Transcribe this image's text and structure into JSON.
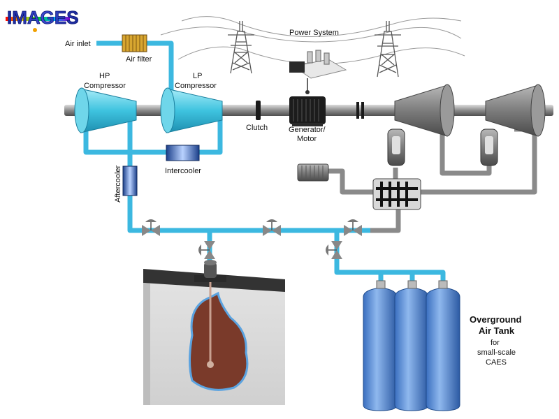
{
  "logo": {
    "text": "IMAGES"
  },
  "labels": {
    "air_inlet": "Air inlet",
    "air_filter": "Air filter",
    "hp_compressor_1": "HP",
    "hp_compressor_2": "Compressor",
    "lp_compressor_1": "LP",
    "lp_compressor_2": "Compressor",
    "power_system": "Power System",
    "clutch": "Clutch",
    "generator_1": "Generator/",
    "generator_2": "Motor",
    "intercooler": "Intercooler",
    "aftercooler": "Aftercooler",
    "tank_title_1": "Overground",
    "tank_title_2": "Air Tank",
    "tank_sub_1": "for",
    "tank_sub_2": "small-scale",
    "tank_sub_3": "CAES"
  },
  "colors": {
    "air_pipe": "#3cb8e0",
    "exhaust_pipe": "#8a8a8a",
    "compressor": "#5ccbe0",
    "turbine": "#7a7a7a",
    "tank": "#5a8fd8",
    "cavern": "#7a3a2a"
  }
}
